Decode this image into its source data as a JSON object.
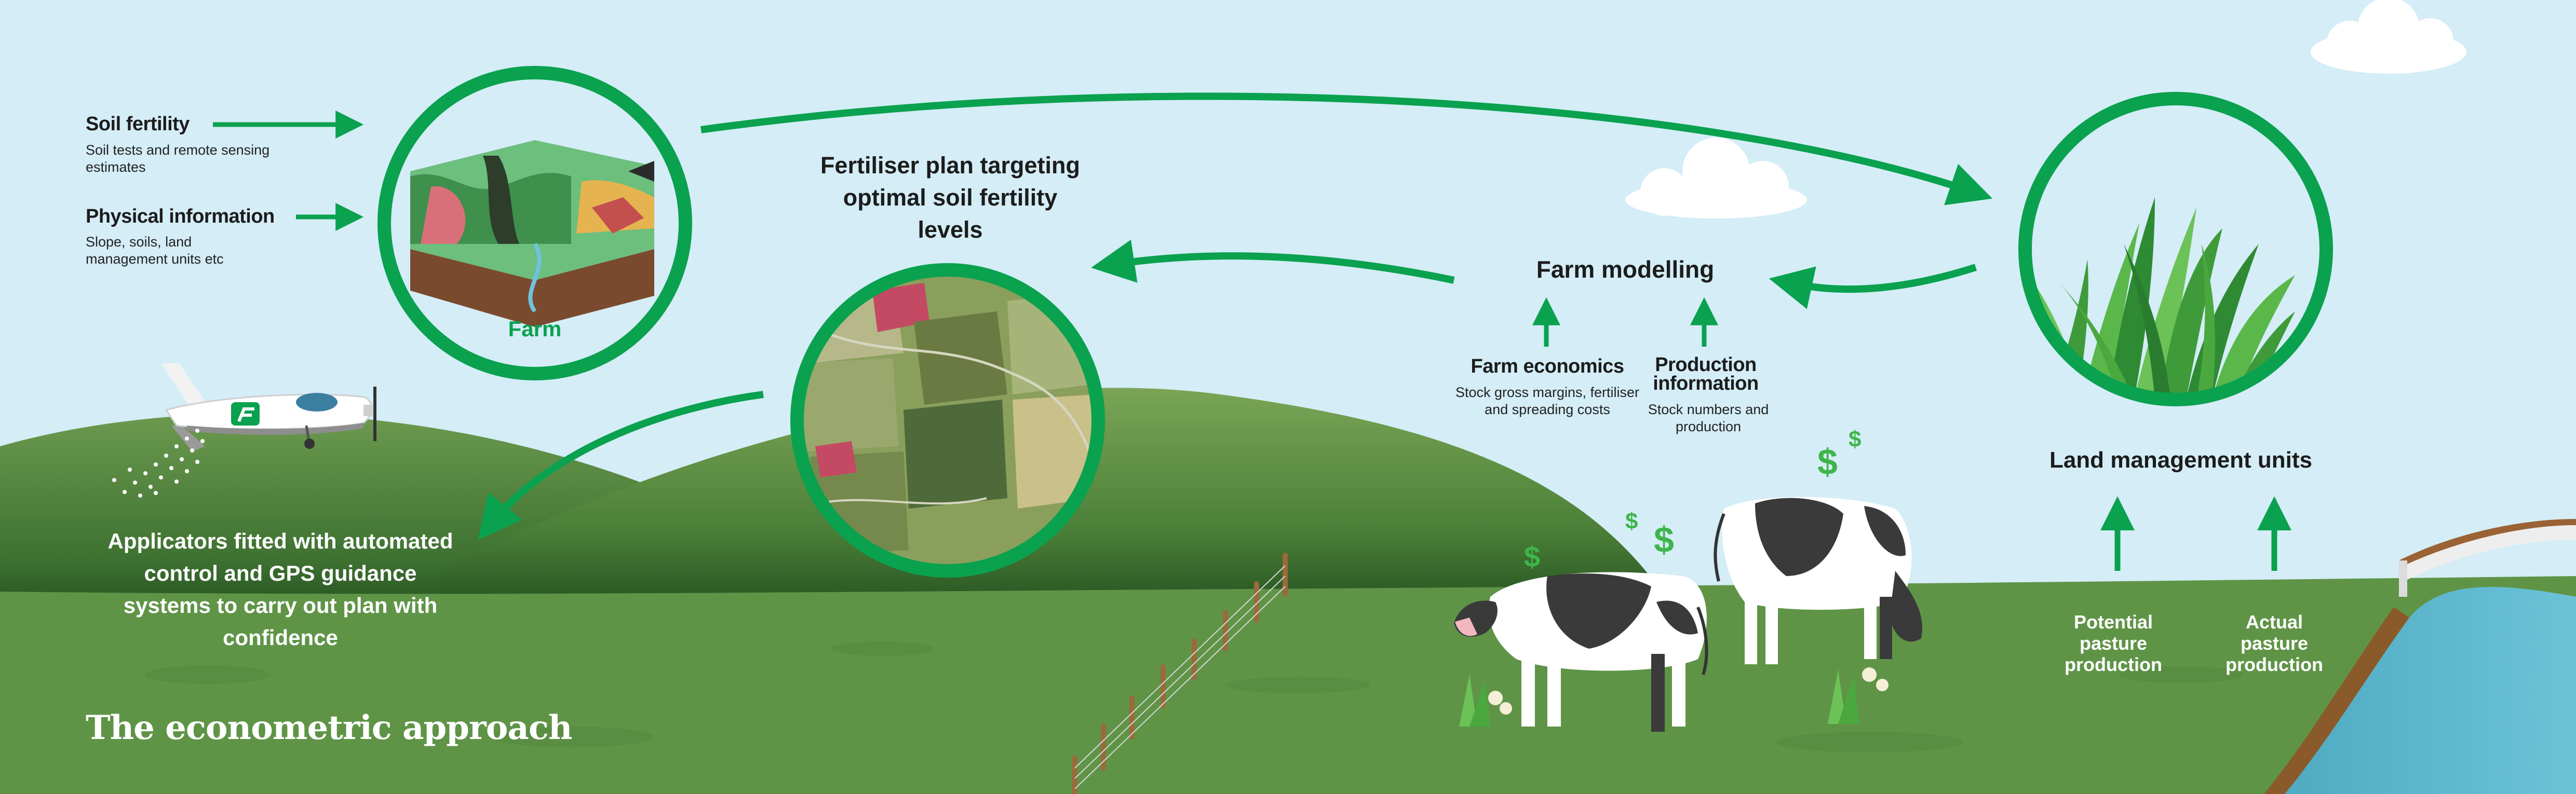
{
  "colors": {
    "sky": "#d4edf6",
    "accent_green": "#0aa14f",
    "hill_dark": "#2f5e2a",
    "hill_light": "#5d8d44",
    "field": "#5f9447",
    "water": "#58b6cd"
  },
  "inputs": {
    "soil_fertility": {
      "title": "Soil fertility",
      "desc": "Soil tests and remote sensing estimates"
    },
    "physical_information": {
      "title": "Physical information",
      "desc": "Slope, soils, land management units etc"
    }
  },
  "farm_label": "Farm",
  "fertiliser_plan": "Fertiliser plan targeting optimal soil fertility levels",
  "farm_modelling": {
    "title": "Farm modelling",
    "farm_economics": {
      "title": "Farm economics",
      "desc": "Stock gross margins, fertiliser and spreading costs"
    },
    "production_information": {
      "title": "Production information",
      "desc": "Stock numbers and production"
    }
  },
  "land_management_units": "Land management units",
  "pasture": {
    "potential": "Potential pasture production",
    "actual": "Actual pasture production"
  },
  "applicators": "Applicators fitted with automated control and GPS guidance systems to carry out plan with confidence",
  "approach_title": "The econometric approach",
  "dollar_sign": "$",
  "icons": [
    "aircraft-icon",
    "farm-block-icon",
    "aerial-map-icon",
    "grass-icon",
    "cow-icon",
    "cloud-icon",
    "fence-icon",
    "bridge-icon",
    "dollar-icon",
    "arrow-icon"
  ]
}
